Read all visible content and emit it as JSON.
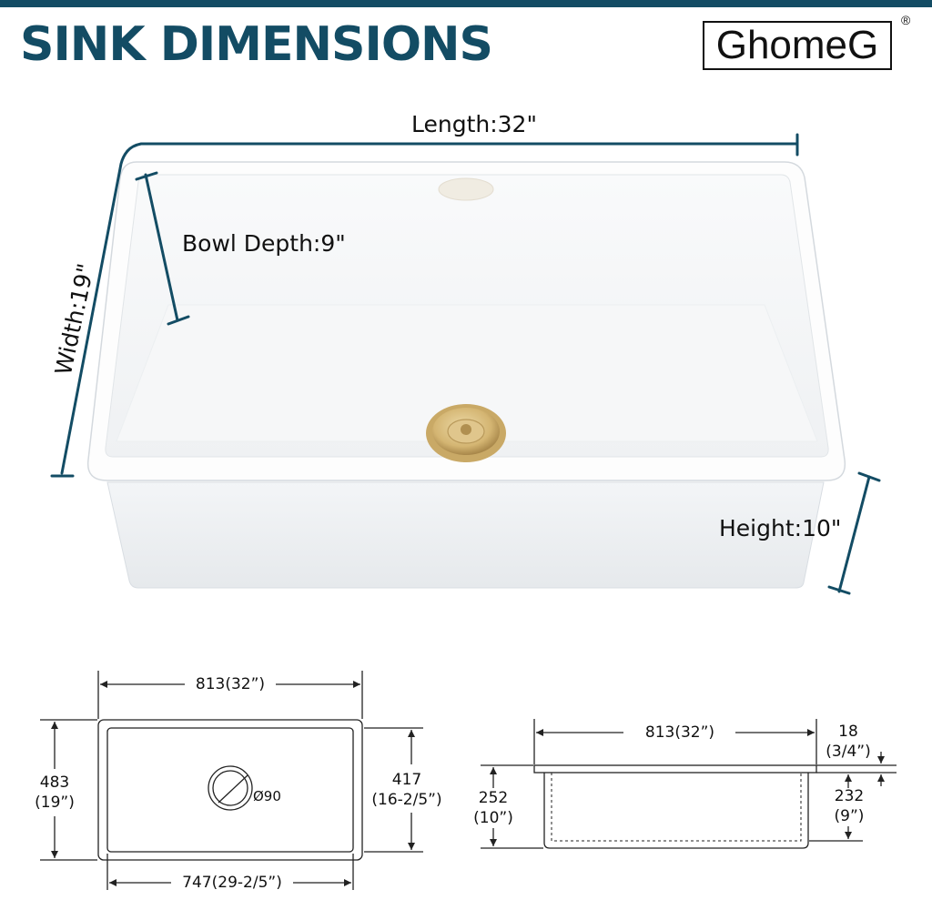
{
  "header": {
    "title": "SINK DIMENSIONS",
    "brand": "GhomeG",
    "registered_mark": "®"
  },
  "colors": {
    "accent": "#134c64",
    "sink_white": "#ffffff",
    "drain_brass": "#d4b572",
    "line": "#111111"
  },
  "photo_dimensions": {
    "length": "Length:32\"",
    "width": "Width:19\"",
    "bowl_depth": "Bowl Depth:9\"",
    "height": "Height:10\""
  },
  "top_view": {
    "overall_length_mm": "813",
    "overall_length_in": "(32”)",
    "overall_width_mm": "483",
    "overall_width_in": "(19”)",
    "inner_width_mm": "417",
    "inner_width_in": "(16-2/5”)",
    "inner_length_mm": "747",
    "inner_length_in": "(29-2/5”)",
    "drain_diameter": "Ø90"
  },
  "side_view": {
    "overall_length_mm": "813",
    "overall_length_in": "(32”)",
    "rim_thickness_mm": "18",
    "rim_thickness_in": "(3/4”)",
    "height_mm": "252",
    "height_in": "(10”)",
    "bowl_depth_mm": "232",
    "bowl_depth_in": "(9”)"
  }
}
